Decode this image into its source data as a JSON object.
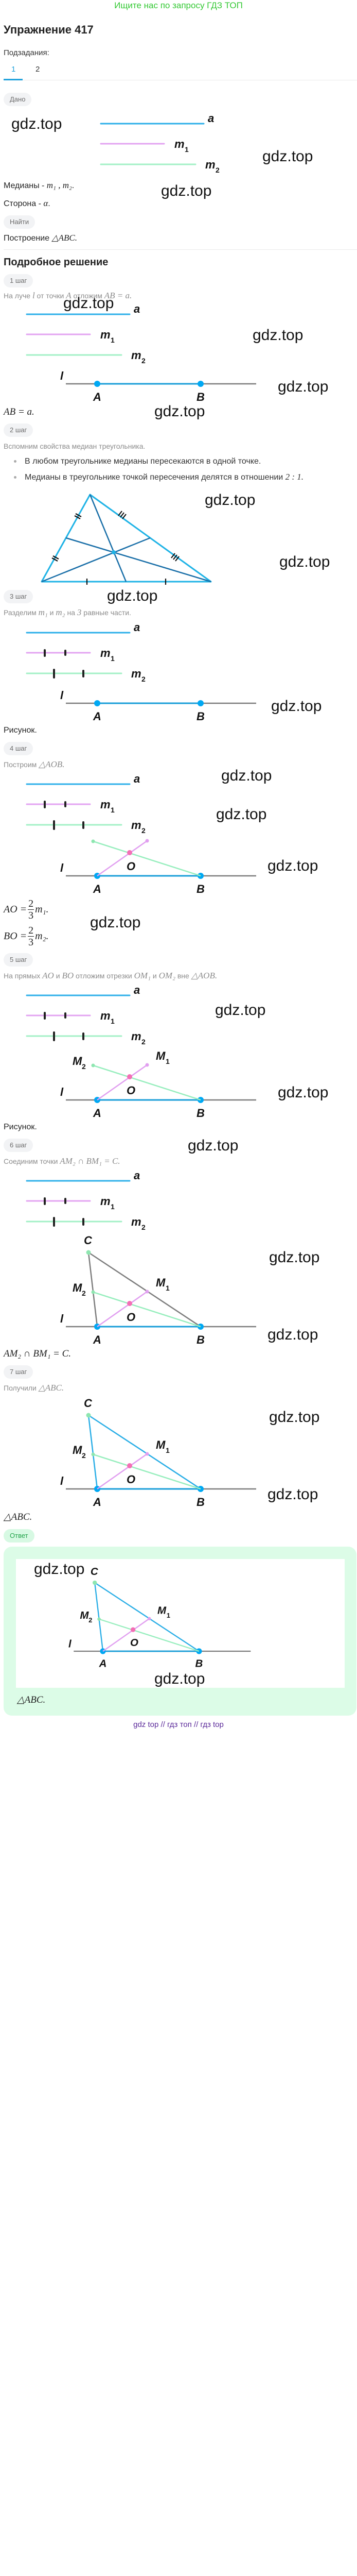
{
  "banner": "Ищите нас по запросу ГДЗ ТОП",
  "title": "Упражнение 417",
  "subtasks": {
    "label": "Подзадания:",
    "tabs": [
      "1",
      "2"
    ],
    "active": "1"
  },
  "given": {
    "badge": "Дано",
    "medians": {
      "text": "Медианы - ",
      "math": "m₁ , m₂",
      "end": "."
    },
    "side": {
      "text": "Сторона - ",
      "math": "α",
      "end": "."
    }
  },
  "find": {
    "badge": "Найти",
    "text": "Построение ",
    "math": "△ABC."
  },
  "solution_title": "Подробное решение",
  "watermark": "gdz.top",
  "fig_labels": {
    "a": "a",
    "m": "m",
    "sub1": "1",
    "sub2": "2",
    "l": "l",
    "A": "A",
    "B": "B",
    "O": "O",
    "C": "C",
    "M": "M"
  },
  "steps": [
    {
      "badge": "1 шаг",
      "desc": [
        "На луче ",
        "l",
        " от точки ",
        "A",
        " отложим ",
        "AB = a."
      ],
      "result": "AB = a."
    },
    {
      "badge": "2 шаг",
      "desc": [
        "Вспомним свойства медиан треугольника."
      ],
      "bullets": [
        "В любом треугольнике медианы пересекаются в одной точке.",
        "Медианы в треугольнике точкой пересечения делятся в отношении ",
        "2 : 1."
      ]
    },
    {
      "badge": "3 шаг",
      "desc": [
        "Разделим ",
        "m₁",
        " и ",
        "m₂",
        " на ",
        "3",
        " равные части."
      ],
      "result": "Рисунок."
    },
    {
      "badge": "4 шаг",
      "desc": [
        "Построим ",
        "△AOB."
      ],
      "formulas": [
        {
          "lhs": "AO = ",
          "num": "2",
          "den": "3",
          "rhs": "m₁."
        },
        {
          "lhs": "BO = ",
          "num": "2",
          "den": "3",
          "rhs": "m₂."
        }
      ]
    },
    {
      "badge": "5 шаг",
      "desc": [
        "На прямых ",
        "AO",
        " и ",
        "BO",
        " отложим отрезки ",
        "OM₁",
        " и ",
        "OM₂",
        " вне ",
        "△AOB."
      ],
      "result": "Рисунок."
    },
    {
      "badge": "6 шаг",
      "desc": [
        "Соединим точки ",
        "AM₂ ∩ BM₁ = C."
      ],
      "result": "AM₂ ∩ BM₁ = C."
    },
    {
      "badge": "7 шаг",
      "desc": [
        "Получили ",
        "△ABC."
      ],
      "result": "△ABC."
    }
  ],
  "answer": {
    "badge": "Ответ",
    "text": "△ABC."
  },
  "footer": "gdz top  //  гдз топ  //  гдз top",
  "colors": {
    "accent": "#1ea1dc",
    "segment_a": "#2fb0ea",
    "median_1": "#e19ff0",
    "median_2": "#9eedc2",
    "point": "#00a8f3",
    "centroid": "#f36fb5",
    "answer_bg": "#dcfce7",
    "banner": "#35c935"
  }
}
